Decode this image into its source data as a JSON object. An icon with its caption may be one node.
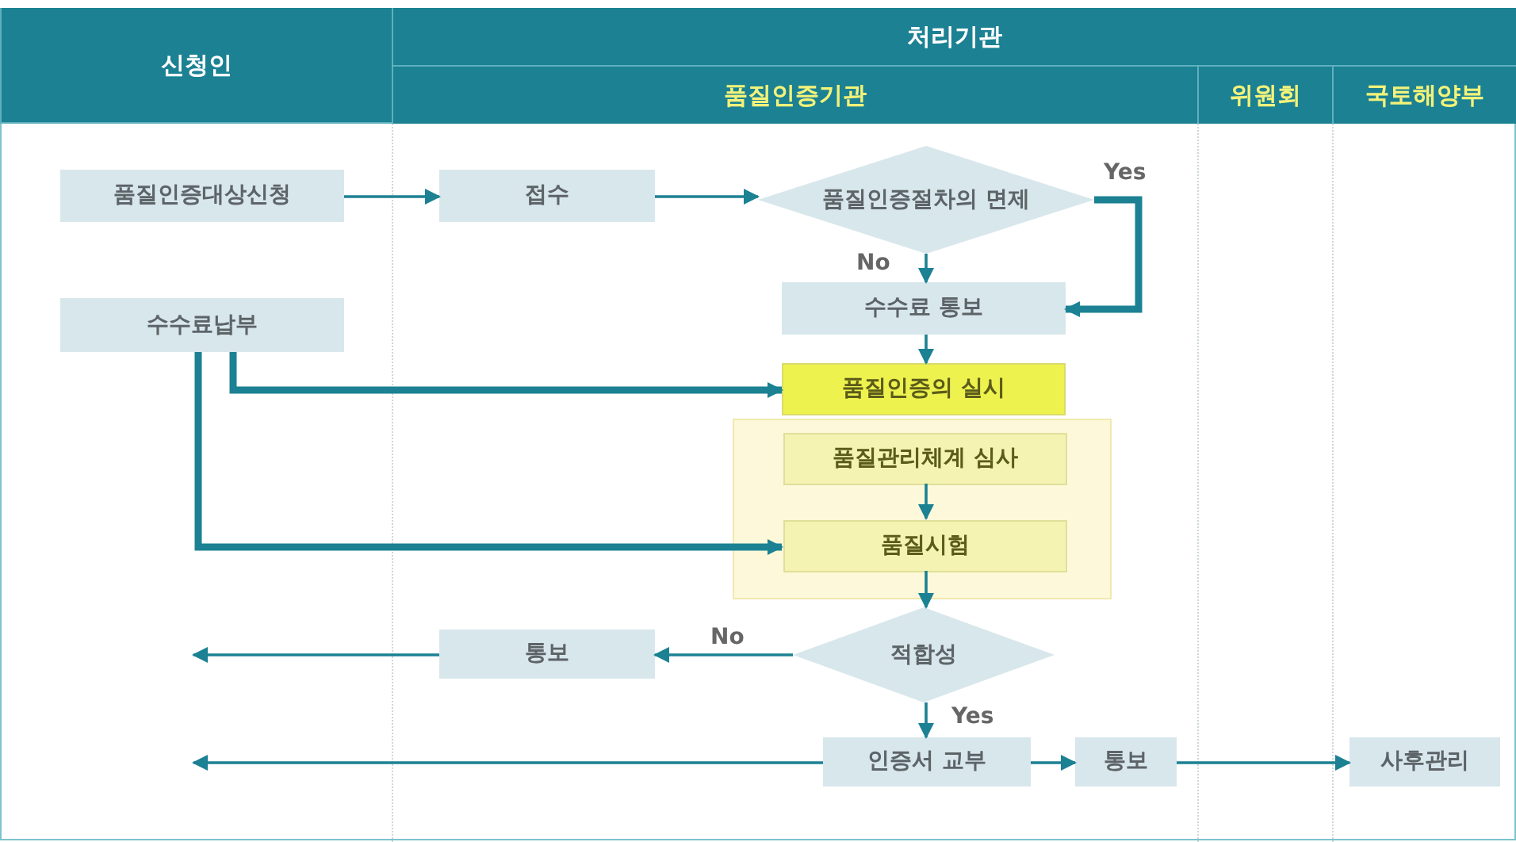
{
  "diagram": {
    "nodes": [
      {
        "text": [
          "신청인"
        ]
      },
      {
        "text": [
          "처리기관"
        ]
      },
      {
        "text": [
          "품질인증기관"
        ]
      },
      {
        "text": [
          "위원회"
        ]
      },
      {
        "text": [
          "국토해양부"
        ]
      },
      {
        "text": [
          "품질인증대상신청"
        ]
      },
      {
        "text": [
          "접수"
        ]
      },
      {
        "text": [
          "품질인증절차의 면제"
        ]
      },
      {
        "text": [
          "수수료납부"
        ]
      },
      {
        "text": [
          "수수료 통보"
        ]
      },
      {
        "text": [
          "품질인증의 실시"
        ]
      },
      {
        "text": [],
        "shape": "box"
      },
      {
        "text": [
          "품질관리체계 심사"
        ],
        "in": 11
      },
      {
        "text": [
          "품질시험"
        ],
        "in": 11
      },
      {
        "text": [
          "적합성"
        ]
      },
      {
        "text": [
          "통보"
        ]
      },
      {
        "text": [
          "인증서 교부"
        ]
      },
      {
        "text": [
          "통보"
        ]
      },
      {
        "text": [
          "사후관리"
        ]
      }
    ],
    "edges": [
      {
        "from": 5,
        "to": 6,
        "arrow": "to"
      },
      {
        "from": 6,
        "to": 7,
        "arrow": "to"
      },
      {
        "from": 7,
        "to": 9,
        "arrow": "to",
        "label": "No"
      },
      {
        "from": 7,
        "to": 9,
        "arrow": "to",
        "label": "Yes",
        "style": "thick"
      },
      {
        "from": 8,
        "to": 10,
        "arrow": "to",
        "style": "thick"
      },
      {
        "from": 8,
        "to": 13,
        "arrow": "to",
        "style": "thick"
      },
      {
        "from": 9,
        "to": 10,
        "arrow": "to"
      },
      {
        "from": 12,
        "to": 13,
        "arrow": "to"
      },
      {
        "from": 13,
        "to": 14,
        "arrow": "to"
      },
      {
        "from": 14,
        "to": 15,
        "arrow": "to",
        "label": "No"
      },
      {
        "from": 15,
        "to": null,
        "arrow": "to"
      },
      {
        "from": 14,
        "to": 16,
        "arrow": "to",
        "label": "Yes"
      },
      {
        "from": 16,
        "to": null,
        "arrow": "to"
      },
      {
        "from": 16,
        "to": 17,
        "arrow": "to"
      },
      {
        "from": 17,
        "to": 18,
        "arrow": "to"
      }
    ]
  }
}
